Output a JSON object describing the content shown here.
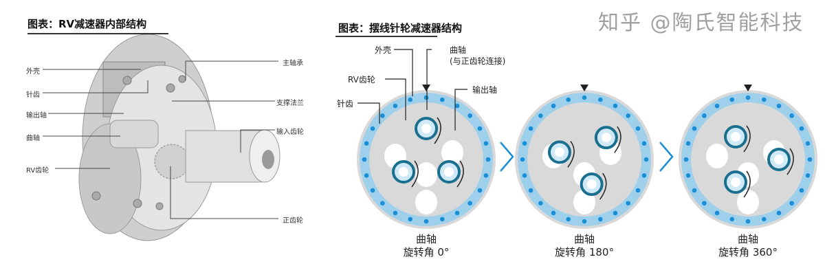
{
  "left": {
    "title": "图表：RV减速器内部结构",
    "labels_left": [
      "外壳",
      "针齿",
      "输出轴",
      "曲轴",
      "RV齿轮"
    ],
    "labels_right": [
      "主轴承",
      "支撑法兰",
      "输入齿轮",
      "正齿轮"
    ]
  },
  "right": {
    "title": "图表：摆线针轮减速器结构",
    "labels": {
      "shell": "外壳",
      "crank": "曲轴",
      "crank_note": "(与正齿轮连接)",
      "rv_gear": "RV齿轮",
      "output": "输出轴",
      "pin": "针齿"
    },
    "stages": [
      {
        "name": "曲轴",
        "angle": "旋转角 0°"
      },
      {
        "name": "曲轴",
        "angle": "旋转角 180°"
      },
      {
        "name": "曲轴",
        "angle": "旋转角 360°"
      }
    ]
  },
  "watermark": "知乎 @陶氏智能科技",
  "colors": {
    "disc": "#d9d9d9",
    "blue": "#1a8fd6",
    "light_blue": "#8ecdf0",
    "dark_teal": "#1a6f8f"
  }
}
